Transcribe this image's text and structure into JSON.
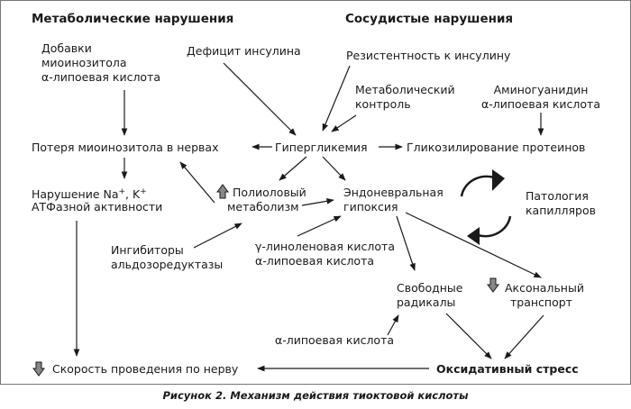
{
  "headings": {
    "metabolic": "Метаболические нарушения",
    "vascular": "Сосудистые нарушения"
  },
  "nodes": {
    "additives": [
      "Добавки",
      "миоинозитола",
      "α-липоевая кислота"
    ],
    "insulin_deficit": "Дефицит инсулина",
    "insulin_resistance": "Резистентность к инсулину",
    "metabolic_control": [
      "Метаболический",
      "контроль"
    ],
    "aminoguanidine": [
      "Аминогуанидин",
      "α-липоевая кислота"
    ],
    "myoinositol_loss": "Потеря миоинозитола в нервах",
    "hyperglycemia": "Гипергликемия",
    "protein_glycation": "Гликозилирование протеинов",
    "atpase_line1": "Нарушение Na",
    "atpase_sup1": "+",
    "atpase_k": ", K",
    "atpase_sup2": "+",
    "atpase_line2": "АТФазной активности",
    "polyol": [
      "Полиоловый",
      "метаболизм"
    ],
    "endoneural": [
      "Эндоневральная",
      "гипоксия"
    ],
    "capillary": [
      "Патология",
      "капилляров"
    ],
    "aldose_inhibitors": [
      "Ингибиторы",
      "альдозоредуктазы"
    ],
    "gamma_acids": [
      "γ-линоленовая кислота",
      "α-липоевая кислота"
    ],
    "free_radicals": [
      "Свободные",
      "радикалы"
    ],
    "axonal": [
      "Аксональный",
      "транспорт"
    ],
    "alpha_lipoic": "α-липоевая кислота",
    "conduction": "Скорость проведения  по нерву",
    "oxidative": "Оксидативный стресс"
  },
  "caption": "Рисунок 2. Механизм действия тиоктовой кислоты"
}
